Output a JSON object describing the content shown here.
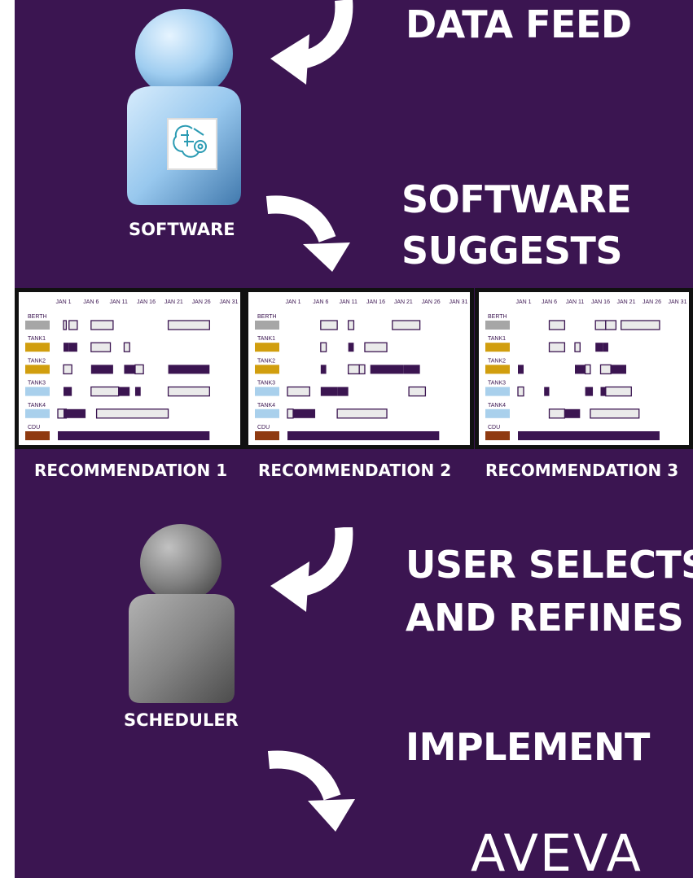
{
  "steps": {
    "data_feed": "DATA FEED",
    "software_suggests": [
      "SOFTWARE",
      "SUGGESTS"
    ],
    "user_selects": [
      "USER SELECTS",
      "AND REFINES"
    ],
    "implement": "IMPLEMENT"
  },
  "actors": {
    "software": "SOFTWARE",
    "scheduler": "SCHEDULER"
  },
  "logo": "AVEVA",
  "gantt": {
    "dates": [
      "JAN 1",
      "JAN 6",
      "JAN 11",
      "JAN 16",
      "JAN 21",
      "JAN 26",
      "JAN 31"
    ],
    "resources": [
      {
        "name": "BERTH",
        "color": "#a6a6a6"
      },
      {
        "name": "TANK1",
        "color": "#d19e0e"
      },
      {
        "name": "TANK2",
        "color": "#d19e0e"
      },
      {
        "name": "TANK3",
        "color": "#a9d0ec"
      },
      {
        "name": "TANK4",
        "color": "#a9d0ec"
      },
      {
        "name": "CDU",
        "color": "#8f3a10"
      }
    ],
    "colors": {
      "filled": "#3b1551",
      "empty": "#eaeaea",
      "outline": "#3b1551"
    }
  },
  "recommendations": [
    {
      "label": "RECOMMENDATION 1",
      "bars": [
        [
          [
            1,
            1.5,
            "e"
          ],
          [
            2,
            3.5,
            "e"
          ],
          [
            6,
            10,
            "e"
          ],
          [
            20,
            27.5,
            "e"
          ]
        ],
        [
          [
            1,
            2,
            "f"
          ],
          [
            2,
            3.5,
            "f"
          ],
          [
            6,
            9.5,
            "e"
          ],
          [
            12,
            13,
            "e"
          ]
        ],
        [
          [
            1,
            2.5,
            "e"
          ],
          [
            6,
            10,
            "f"
          ],
          [
            12,
            14,
            "f"
          ],
          [
            14,
            15.5,
            "e"
          ],
          [
            20,
            27.5,
            "f"
          ]
        ],
        [
          [
            1,
            2.5,
            "f"
          ],
          [
            6,
            11,
            "e"
          ],
          [
            11,
            13,
            "f"
          ],
          [
            14,
            15,
            "f"
          ],
          [
            20,
            27.5,
            "e"
          ]
        ],
        [
          [
            -4,
            1.5,
            "e"
          ],
          [
            1,
            5,
            "f"
          ],
          [
            7,
            20,
            "e"
          ]
        ],
        [
          [
            -4,
            27.5,
            "f"
          ]
        ]
      ]
    },
    {
      "label": "RECOMMENDATION 2",
      "bars": [
        [
          [
            -6,
            -4.5,
            "e"
          ],
          [
            6,
            9,
            "e"
          ],
          [
            11,
            12,
            "e"
          ],
          [
            19,
            24,
            "e"
          ]
        ],
        [
          [
            -6,
            -4.5,
            "f"
          ],
          [
            6,
            7,
            "e"
          ],
          [
            11,
            12,
            "f"
          ],
          [
            14,
            18,
            "e"
          ]
        ],
        [
          [
            6,
            7,
            "f"
          ],
          [
            11,
            13,
            "e"
          ],
          [
            13,
            14,
            "e"
          ],
          [
            15,
            21,
            "f"
          ],
          [
            21,
            24,
            "f"
          ]
        ],
        [
          [
            -2,
            4,
            "e"
          ],
          [
            6,
            9,
            "f"
          ],
          [
            9,
            11,
            "f"
          ],
          [
            22,
            25,
            "e"
          ]
        ],
        [
          [
            -4,
            1,
            "e"
          ],
          [
            1,
            5,
            "f"
          ],
          [
            9,
            18,
            "e"
          ]
        ],
        [
          [
            -10,
            27.5,
            "f"
          ]
        ]
      ]
    },
    {
      "label": "RECOMMENDATION 3",
      "bars": [
        [
          [
            6,
            9,
            "e"
          ],
          [
            15,
            17,
            "e"
          ],
          [
            17,
            19,
            "e"
          ],
          [
            20,
            27.5,
            "e"
          ]
        ],
        [
          [
            6,
            9,
            "e"
          ],
          [
            11,
            12,
            "e"
          ],
          [
            15,
            16.5,
            "f"
          ],
          [
            16.5,
            17.5,
            "f"
          ]
        ],
        [
          [
            -10,
            1,
            "f"
          ],
          [
            11,
            13,
            "f"
          ],
          [
            13,
            14,
            "e"
          ],
          [
            16,
            18,
            "e"
          ],
          [
            18,
            21,
            "f"
          ]
        ],
        [
          [
            -10,
            1,
            "e"
          ],
          [
            5,
            6,
            "f"
          ],
          [
            13,
            14.5,
            "f"
          ],
          [
            16,
            17,
            "f"
          ],
          [
            17,
            22,
            "e"
          ]
        ],
        [
          [
            6,
            9,
            "e"
          ],
          [
            9,
            12,
            "f"
          ],
          [
            14,
            23.5,
            "e"
          ]
        ],
        [
          [
            -10,
            27.5,
            "f"
          ]
        ]
      ]
    }
  ]
}
